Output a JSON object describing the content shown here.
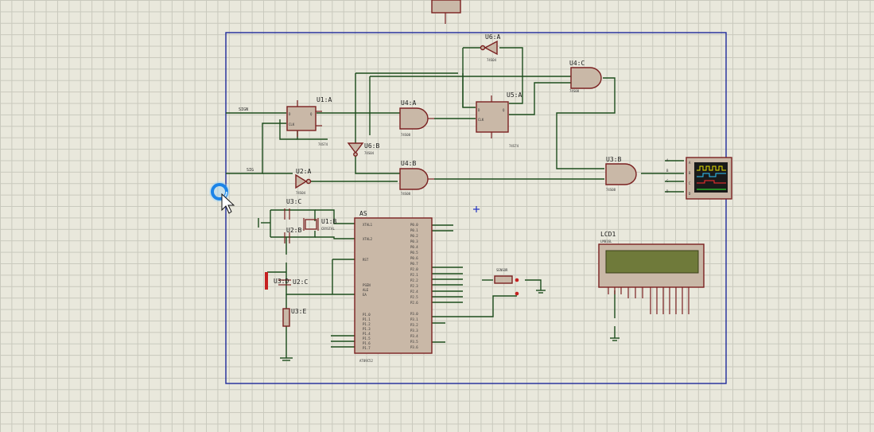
{
  "schematic": {
    "refs": {
      "u1a": "U1:A",
      "u4a": "U4:A",
      "u4b": "U4:B",
      "u5a": "U5:A",
      "u6a": "U6:A",
      "u6b": "U6:B",
      "u4c": "U4:C",
      "u3b": "U3:B",
      "u2a": "U2:A",
      "u2b": "U2:B",
      "u2c": "U2:C",
      "u3c": "U3:C",
      "u3e": "U3:E",
      "x1": "U1:B",
      "mcu": "AS",
      "lcd": "LCD1"
    },
    "nets": {
      "in_a": "SIGN",
      "in_b": "SIG"
    },
    "scope": {
      "channels": [
        "A",
        "B",
        "C",
        "D"
      ],
      "trace_colors": [
        "#e8e000",
        "#30c8ff",
        "#ff3030",
        "#30ff30"
      ]
    },
    "lcd_display_color": "#6f7a3a",
    "sheet_border_color": "#1e2a9a"
  },
  "cursor": {
    "state": "busy"
  }
}
